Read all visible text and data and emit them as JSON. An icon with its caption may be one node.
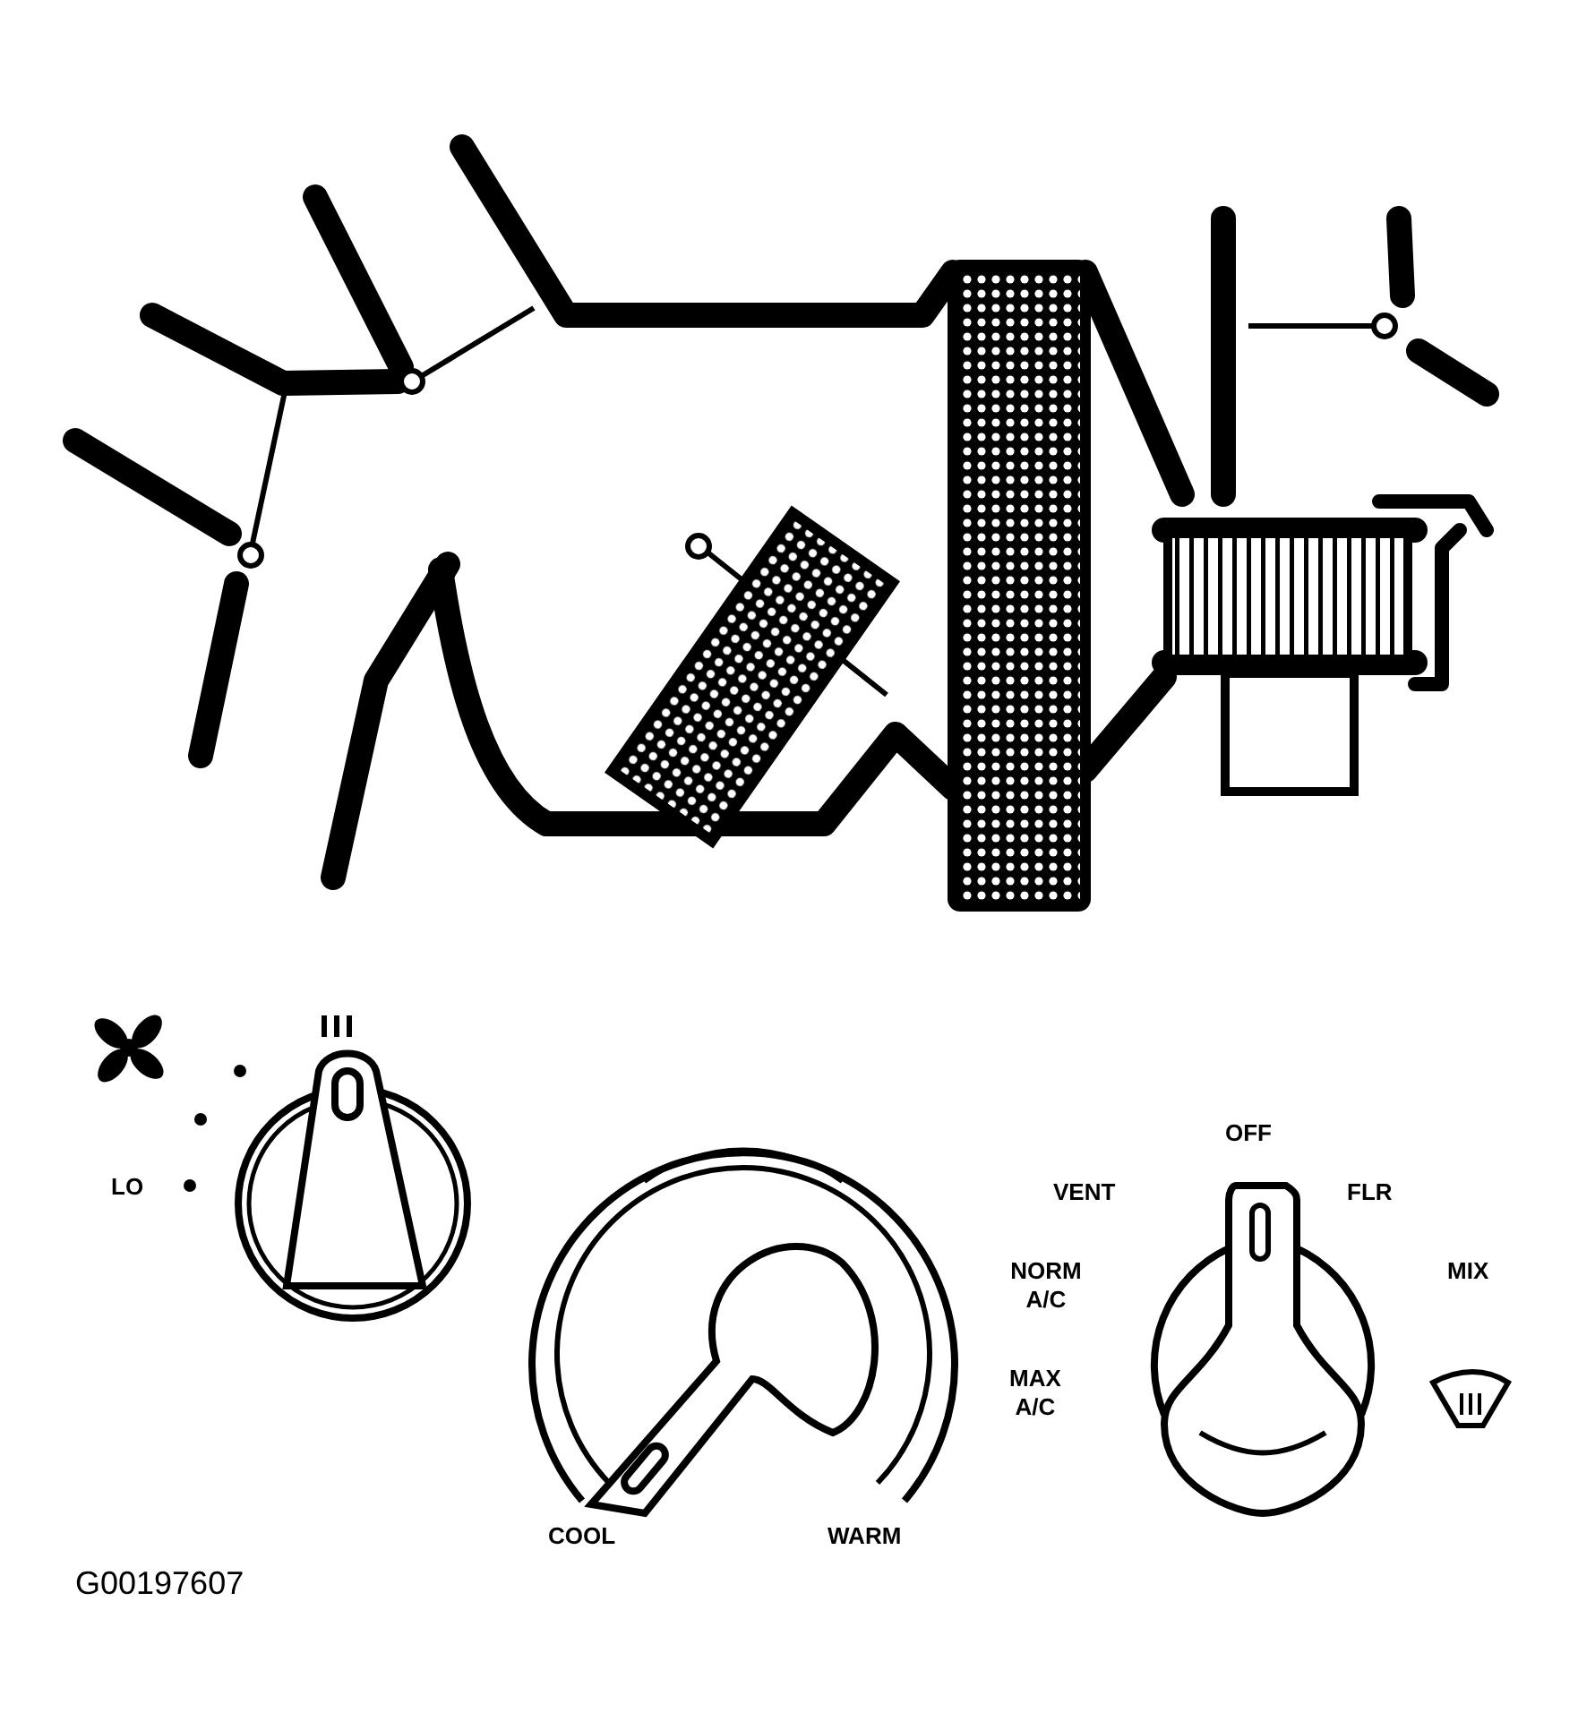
{
  "diagram": {
    "labels": [
      "LO",
      "OFF",
      "VENT",
      "FLR",
      "NORM A/C",
      "MIX",
      "MAX A/C",
      "COOL",
      "WARM",
      "G00197607"
    ]
  }
}
